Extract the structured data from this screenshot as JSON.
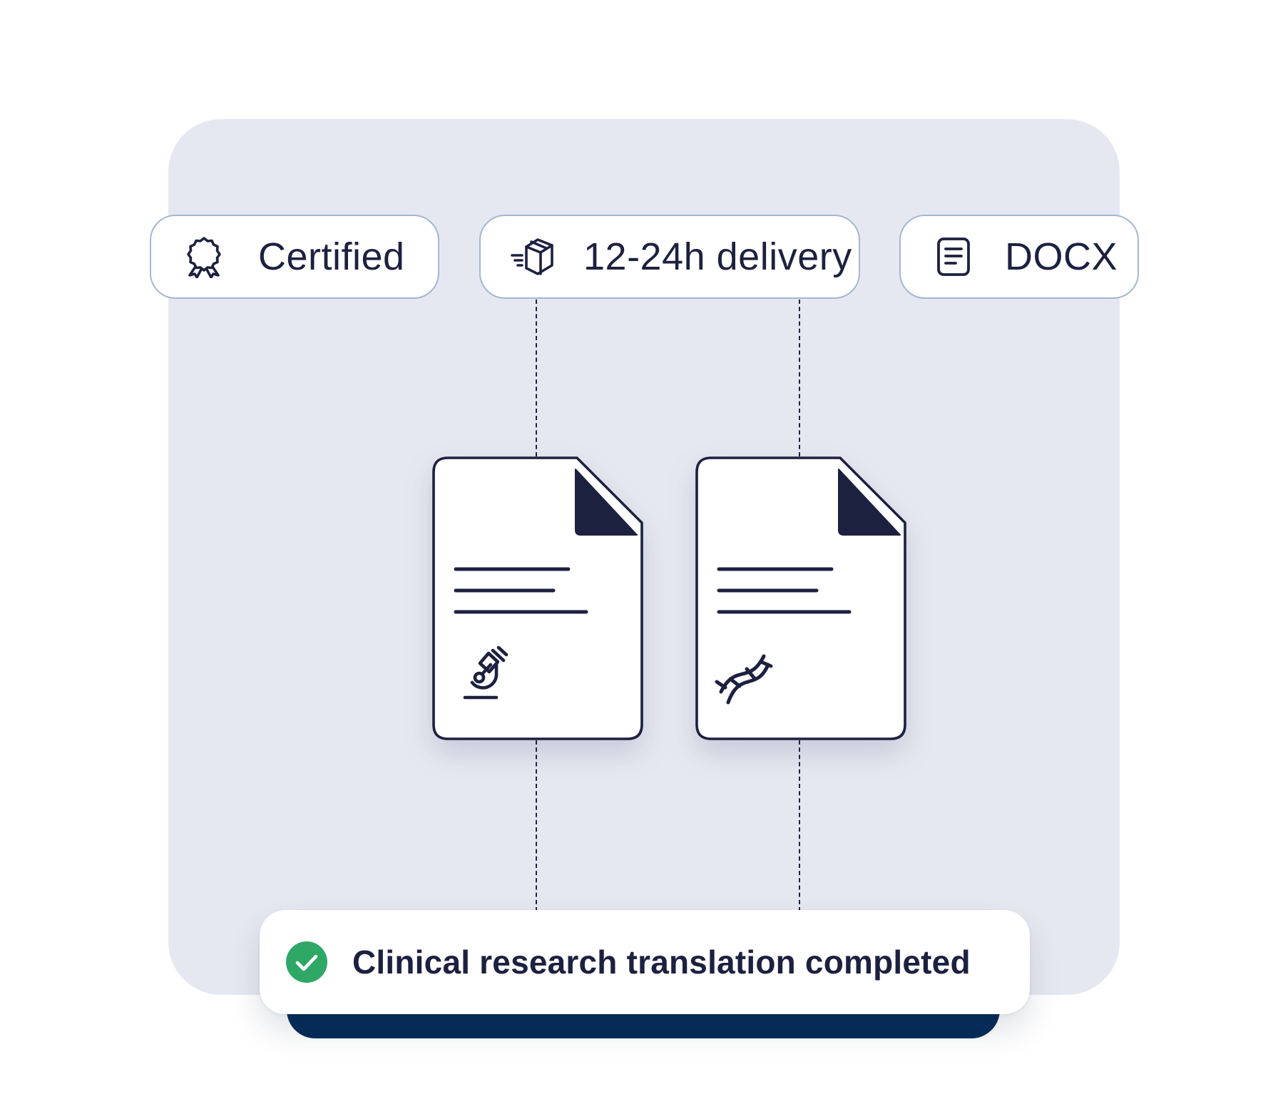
{
  "badges": [
    {
      "label": "Certified",
      "icon": "award-ribbon-icon"
    },
    {
      "label": "12-24h delivery",
      "icon": "fast-delivery-box-icon"
    },
    {
      "label": "DOCX",
      "icon": "document-lines-icon"
    }
  ],
  "documents": [
    {
      "icon": "microscope-icon"
    },
    {
      "icon": "dna-icon"
    }
  ],
  "status": {
    "message": "Clinical research translation completed",
    "icon": "check-circle-icon",
    "color": "#2fa866"
  },
  "colors": {
    "panel": "#e6e8f1",
    "ink": "#1d2140",
    "badge_border": "#a6b6d2",
    "banner_base": "#042c58"
  }
}
